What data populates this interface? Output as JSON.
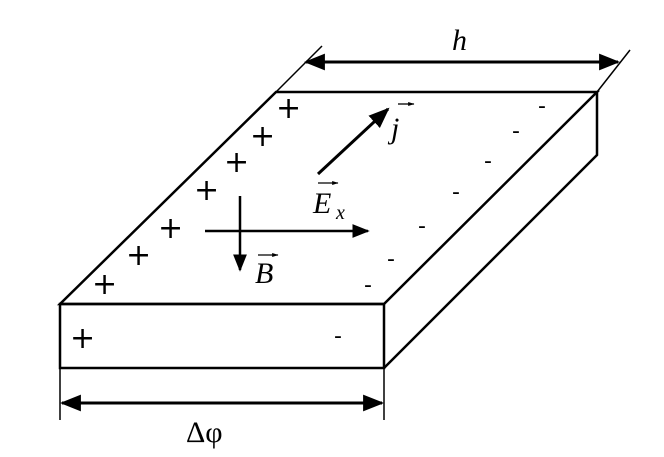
{
  "diagram": {
    "labels": {
      "h": "h",
      "j": "j",
      "E": "E",
      "E_sub": "x",
      "B": "B",
      "delta_phi": "Δφ"
    },
    "charges": {
      "plus": "+",
      "minus": "-"
    }
  }
}
